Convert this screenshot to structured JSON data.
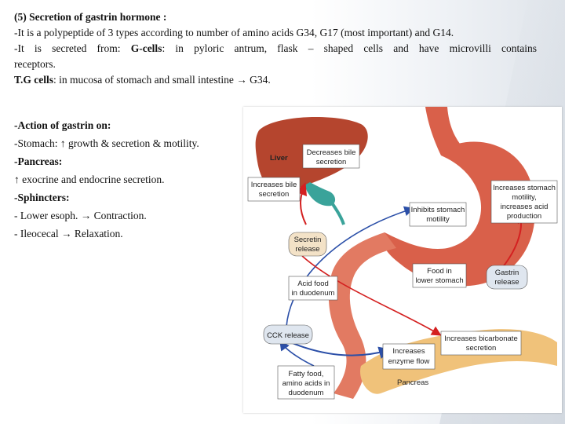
{
  "heading": "(5) Secretion of gastrin hormone :",
  "para1": "-It is a polypeptide of 3 types according to number of amino acids G34, G17 (most important) and G14.",
  "para2": {
    "prefix": "-It is secreted from: ",
    "term": "G-cells",
    "line1_rest": ": in pyloric antrum, flask – shaped cells and have microvilli contains",
    "line2": "receptors."
  },
  "para3": {
    "term": "T.G cells",
    "rest": ": in mucosa of stomach and small intestine → G34."
  },
  "action": {
    "title": "-Action of gastrin on:",
    "stomach": "-Stomach: ↑ growth & secretion & motility.",
    "pancreas_title": "-Pancreas:",
    "pancreas": "↑ exocrine and endocrine secretion.",
    "sphincters_title": "-Sphincters:",
    "lower_esoph": " - Lower esoph. → Contraction.",
    "ileocecal": "- Ileocecal → Relaxation."
  },
  "diagram": {
    "liver": "Liver",
    "decreases_bile": [
      "Decreases bile",
      "secretion"
    ],
    "increases_bile": [
      "Increases bile",
      "secretion"
    ],
    "inhibits_stomach": [
      "Inhibits stomach",
      "motility"
    ],
    "increases_stomach": [
      "Increases stomach",
      "motility,",
      "increases acid",
      "production"
    ],
    "secretin": [
      "Secretin",
      "release"
    ],
    "acid_food": [
      "Acid food",
      "in duodenum"
    ],
    "food_in_stomach": [
      "Food in",
      "lower stomach"
    ],
    "gastrin_release": [
      "Gastrin",
      "release"
    ],
    "cck_release": "CCK release",
    "increases_bicarbonate": [
      "Increases bicarbonate",
      "secretion"
    ],
    "increases_enzyme": [
      "Increases",
      "enzyme flow"
    ],
    "fatty_food": [
      "Fatty food,",
      "amino acids in",
      "duodenum"
    ],
    "pancreas": "Pancreas",
    "colors": {
      "liver": "#b5452e",
      "stomach": "#d9604a",
      "pancreas": "#f0c27a",
      "gallbladder": "#3aa39a",
      "arrow_red": "#d42020",
      "arrow_blue": "#2b4fa8"
    }
  }
}
